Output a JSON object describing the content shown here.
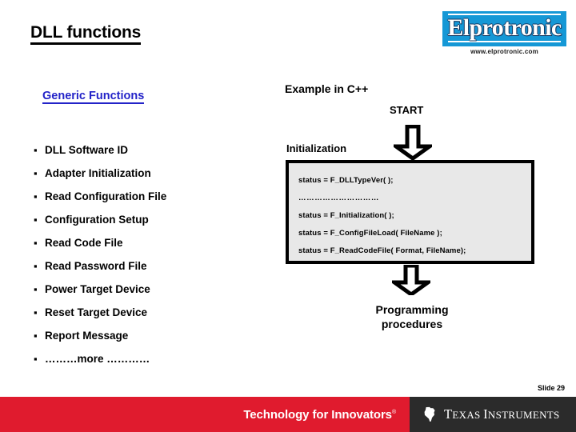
{
  "slide": {
    "title": "DLL functions",
    "slide_number": "Slide 29"
  },
  "brand": {
    "name": "Elprotronic",
    "url": "www.elprotronic.com",
    "box_color": "#1598D6"
  },
  "left_column": {
    "heading": "Generic Functions",
    "heading_color": "#2323C8",
    "items": [
      "DLL Software ID",
      "Adapter Initialization",
      "Read Configuration  File",
      "Configuration Setup",
      "Read Code File",
      "Read Password File",
      "Power Target Device",
      "Reset Target Device",
      "Report Message",
      "………more …………"
    ]
  },
  "right_column": {
    "heading": "Example in C++",
    "start_label": "START",
    "init_label": "Initialization",
    "code_lines": [
      "status = F_DLLTypeVer( );",
      "…………………………",
      "status = F_Initialization( );",
      "status = F_ConfigFileLoad( FileName );",
      "status = F_ReadCodeFile( Format, FileName);"
    ],
    "programming_label_line1": "Programming",
    "programming_label_line2": "procedures"
  },
  "footer": {
    "tagline": "Technology for Innovators",
    "tagline_tm": "®",
    "company_first": "T",
    "company_first_rest": "EXAS ",
    "company_second": "I",
    "company_second_rest": "NSTRUMENTS",
    "red_color": "#E01B2E",
    "dark_color": "#2B2B2B"
  }
}
